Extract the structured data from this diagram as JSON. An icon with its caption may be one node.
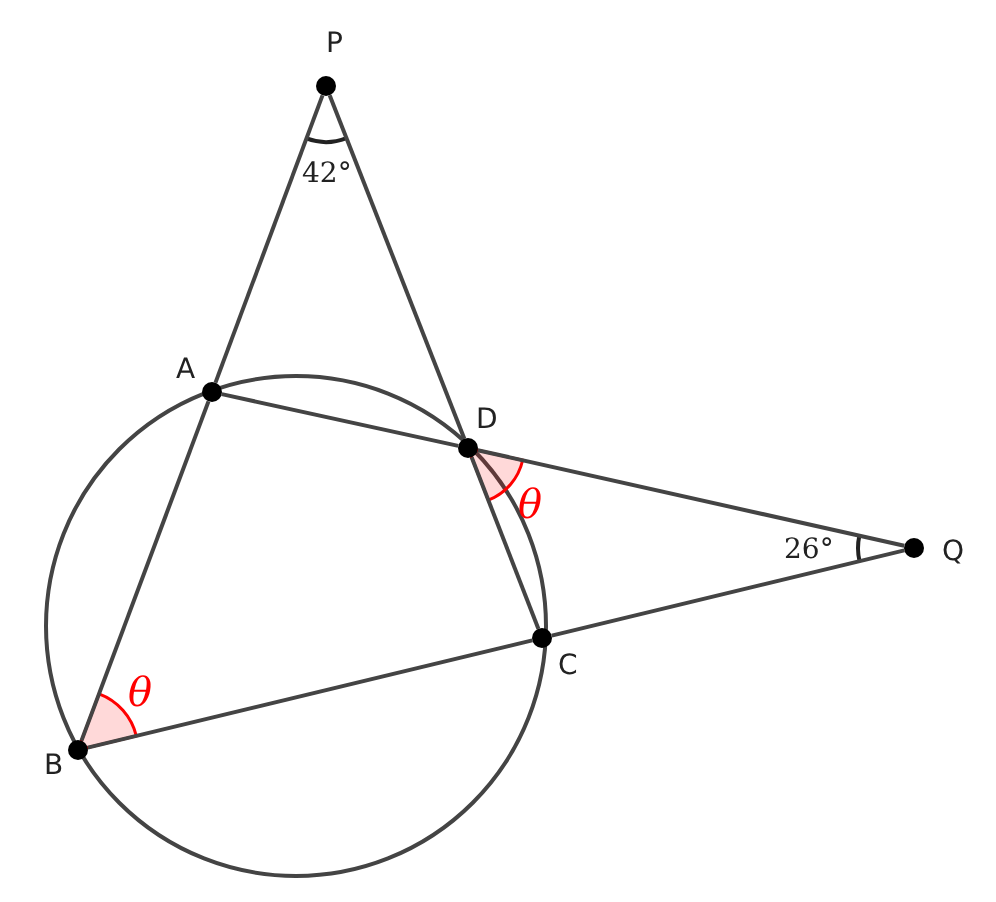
{
  "diagram": {
    "nodes": [
      {
        "text": [],
        "shape": "circle",
        "beside": [
          "P"
        ]
      },
      {
        "text": [],
        "shape": "circle",
        "beside": [
          "A"
        ]
      },
      {
        "text": [],
        "shape": "circle",
        "beside": [
          "D"
        ]
      },
      {
        "text": [],
        "shape": "circle",
        "beside": [
          "B"
        ]
      },
      {
        "text": [],
        "shape": "circle",
        "beside": [
          "C"
        ]
      },
      {
        "text": [],
        "shape": "circle",
        "beside": [
          "Q"
        ]
      }
    ],
    "edges": [
      {
        "from": 0,
        "to": 1,
        "arrow": "none"
      },
      {
        "from": 1,
        "to": 3,
        "arrow": "none"
      },
      {
        "from": 0,
        "to": 2,
        "arrow": "none"
      },
      {
        "from": 2,
        "to": 4,
        "arrow": "none"
      },
      {
        "from": 3,
        "to": 4,
        "arrow": "none"
      },
      {
        "from": 4,
        "to": 5,
        "arrow": "none"
      },
      {
        "from": 1,
        "to": 2,
        "arrow": "none"
      },
      {
        "from": 2,
        "to": 5,
        "arrow": "none"
      }
    ],
    "labels": [
      "42°",
      "θ",
      "26°",
      "θ"
    ]
  }
}
